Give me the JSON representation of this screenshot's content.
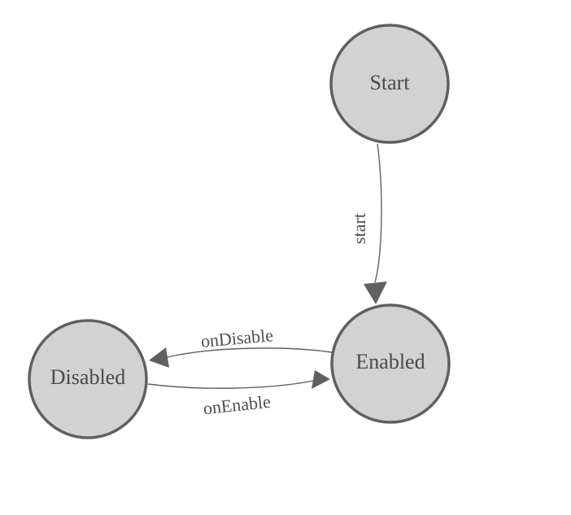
{
  "diagram": {
    "type": "state-machine",
    "colors": {
      "background": "#ffffff",
      "node_fill": "#d2d2d2",
      "node_border": "#606060",
      "edge_line": "#606060",
      "arrowhead": "#606060",
      "label_text": "#4a4a4a"
    },
    "nodes": [
      {
        "id": "start",
        "label": "Start"
      },
      {
        "id": "enabled",
        "label": "Enabled"
      },
      {
        "id": "disabled",
        "label": "Disabled"
      }
    ],
    "edges": [
      {
        "id": "start-transition",
        "from": "Start",
        "to": "Enabled",
        "label": "start"
      },
      {
        "id": "on-disable-transition",
        "from": "Enabled",
        "to": "Disabled",
        "label": "onDisable"
      },
      {
        "id": "on-enable-transition",
        "from": "Disabled",
        "to": "Enabled",
        "label": "onEnable"
      }
    ]
  }
}
